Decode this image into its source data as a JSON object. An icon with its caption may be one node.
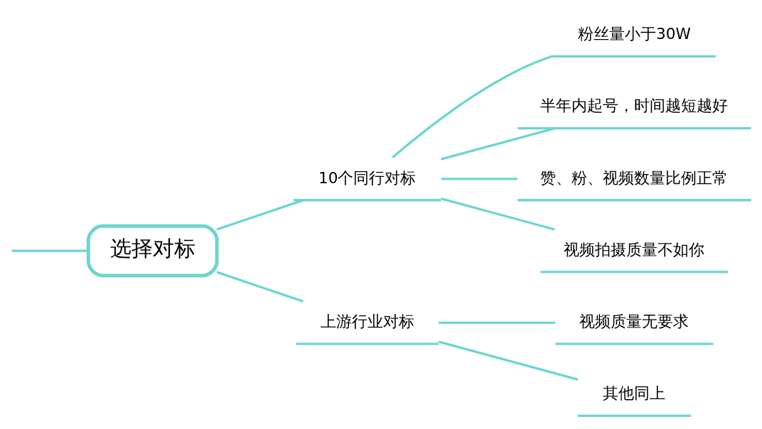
{
  "diagram": {
    "nodes": [
      {
        "text": [
          "选择对标"
        ]
      },
      {
        "text": [
          "10个同行对标"
        ]
      },
      {
        "text": [
          "上游行业对标"
        ]
      },
      {
        "text": [
          "粉丝量小于30W"
        ]
      },
      {
        "text": [
          "半年内起号，时间越短越好"
        ]
      },
      {
        "text": [
          "赞、粉、视频数量比例正常"
        ]
      },
      {
        "text": [
          "视频拍摄质量不如你"
        ]
      },
      {
        "text": [
          "视频质量无要求"
        ]
      },
      {
        "text": [
          "其他同上"
        ]
      }
    ],
    "edges": [
      {
        "from": null,
        "to": 0,
        "arrow": "none"
      },
      {
        "from": 0,
        "to": 1,
        "arrow": "none"
      },
      {
        "from": 0,
        "to": 2,
        "arrow": "none"
      },
      {
        "from": 1,
        "to": 3,
        "arrow": "none"
      },
      {
        "from": 1,
        "to": 4,
        "arrow": "none"
      },
      {
        "from": 1,
        "to": 5,
        "arrow": "none"
      },
      {
        "from": 1,
        "to": 6,
        "arrow": "none"
      },
      {
        "from": 2,
        "to": 7,
        "arrow": "none"
      },
      {
        "from": 2,
        "to": 8,
        "arrow": "none"
      }
    ]
  }
}
